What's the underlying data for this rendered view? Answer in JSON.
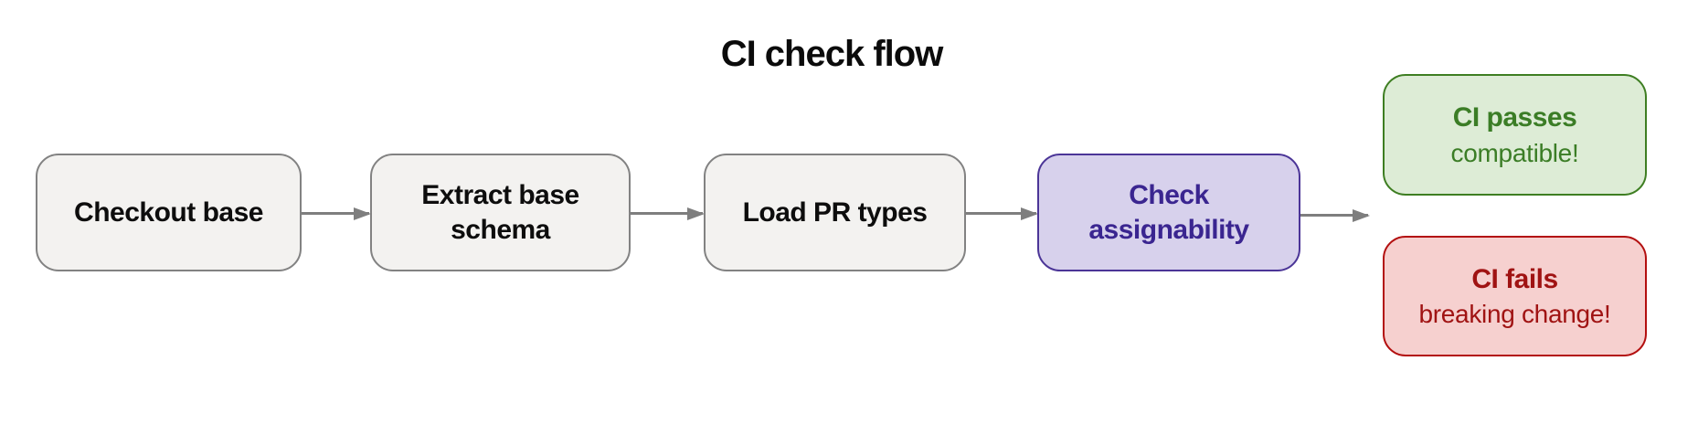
{
  "title": "CI check flow",
  "colors": {
    "background": "#ffffff",
    "step_fill": "#f3f2f0",
    "step_border": "#828282",
    "step_text": "#0d0d0d",
    "accent_fill": "#d7d1ec",
    "accent_border": "#4b3597",
    "accent_text": "#3a2590",
    "success_fill": "#ddecd6",
    "success_border": "#3e7e22",
    "success_text": "#3b7d26",
    "failure_fill": "#f6d0cf",
    "failure_border": "#b30f0f",
    "failure_text": "#a01313",
    "arrow": "#7e7e7e"
  },
  "flow": {
    "steps": [
      {
        "id": "checkout-base",
        "label": "Checkout base",
        "variant": "default"
      },
      {
        "id": "extract-base-schema",
        "label": "Extract base schema",
        "variant": "default"
      },
      {
        "id": "load-pr-types",
        "label": "Load PR types",
        "variant": "default"
      },
      {
        "id": "check-assignability",
        "label": "Check assignability",
        "variant": "accent"
      }
    ],
    "outcomes": [
      {
        "id": "ci-passes",
        "label": "CI passes",
        "sublabel": "compatible!",
        "variant": "success"
      },
      {
        "id": "ci-fails",
        "label": "CI fails",
        "sublabel": "breaking change!",
        "variant": "failure"
      }
    ],
    "arrow_count": 4
  }
}
